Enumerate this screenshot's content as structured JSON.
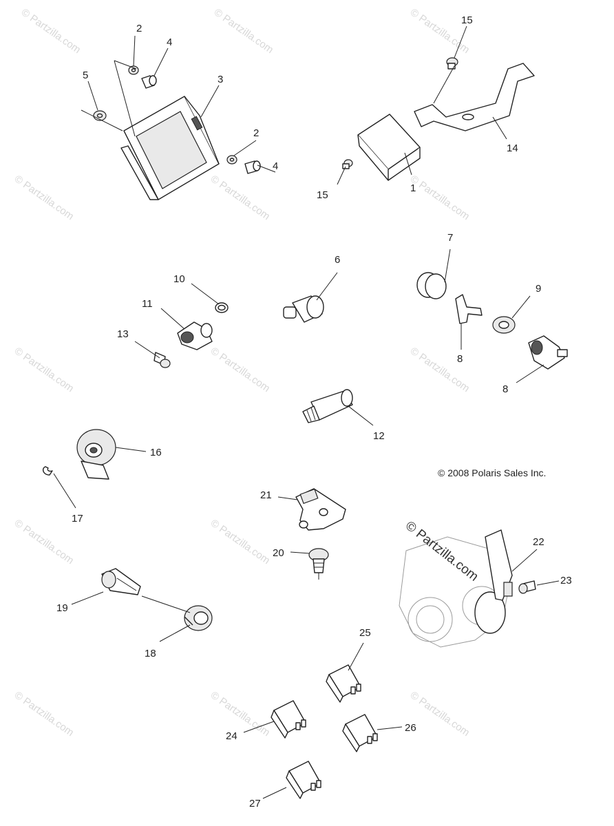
{
  "copyright": "© 2008 Polaris Sales Inc.",
  "watermark": "© Partzilla.com",
  "callouts": {
    "c1": "1",
    "c2a": "2",
    "c2b": "2",
    "c3": "3",
    "c4a": "4",
    "c4b": "4",
    "c5": "5",
    "c6": "6",
    "c7": "7",
    "c8a": "8",
    "c8b": "8",
    "c9": "9",
    "c10": "10",
    "c11": "11",
    "c12": "12",
    "c13": "13",
    "c14": "14",
    "c15a": "15",
    "c15b": "15",
    "c16": "16",
    "c17": "17",
    "c18": "18",
    "c19": "19",
    "c20": "20",
    "c21": "21",
    "c22": "22",
    "c23": "23",
    "c24": "24",
    "c25": "25",
    "c26": "26",
    "c27": "27"
  }
}
